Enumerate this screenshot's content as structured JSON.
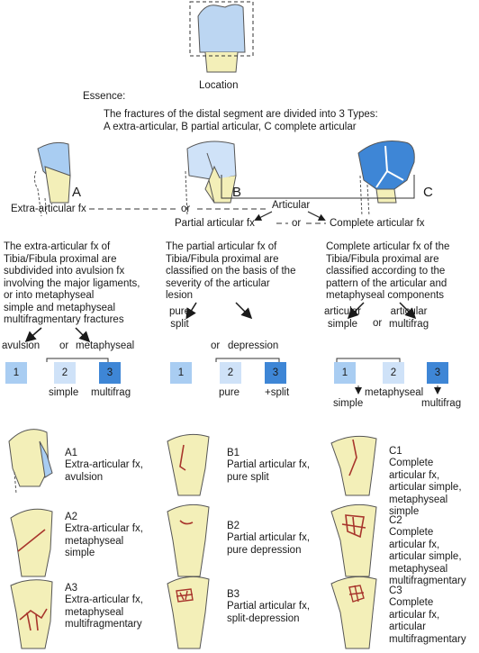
{
  "header": {
    "location": "Location",
    "essence": "Essence:",
    "intro_line1": "The fractures of the distal segment are divided into 3 Types:",
    "intro_line2": "A extra-articular, B partial articular, C complete articular"
  },
  "types": {
    "a": "A",
    "b": "B",
    "c": "C"
  },
  "flow": {
    "extra": "Extra-articular fx",
    "or1": "or",
    "articular": "Articular",
    "partial": "Partial articular fx",
    "or2": "or",
    "complete": "Complete articular fx"
  },
  "columns": {
    "a": {
      "desc": "The extra-articular fx of\nTibia/Fibula proximal are\nsubdivided into avulsion fx\ninvolving the major ligaments,\nor into metaphyseal\nsimple and metaphyseal\nmultifragmentary fractures",
      "opt1": "avulsion",
      "or": "or",
      "opt2": "metaphyseal",
      "box1": "1",
      "box2": "2",
      "box3": "3",
      "sub2": "simple",
      "sub3": "multifrag"
    },
    "b": {
      "desc": "The partial articular fx of\nTibia/Fibula proximal are\nclassified on the basis of the\nseverity of the articular\nlesion",
      "opt1": "pure\nsplit",
      "or": "or",
      "opt2": "depression",
      "box1": "1",
      "box2": "2",
      "box3": "3",
      "sub2": "pure",
      "sub3": "+split"
    },
    "c": {
      "desc": "Complete articular fx of the\nTibia/Fibula proximal are\nclassified according to the\npattern of the articular and\nmetaphyseal components",
      "opt1": "articular\nsimple",
      "or": "or",
      "opt2": "articular\nmultifrag",
      "box1": "1",
      "box2": "2",
      "box3": "3",
      "meta": "metaphyseal",
      "sub1": "simple",
      "sub3": "multifrag"
    }
  },
  "groups": {
    "a1": {
      "code": "A1",
      "text": "Extra-articular fx,\navulsion"
    },
    "a2": {
      "code": "A2",
      "text": "Extra-articular fx,\nmetaphyseal\nsimple"
    },
    "a3": {
      "code": "A3",
      "text": "Extra-articular fx,\nmetaphyseal\nmultifragmentary"
    },
    "b1": {
      "code": "B1",
      "text": "Partial articular fx,\npure split"
    },
    "b2": {
      "code": "B2",
      "text": "Partial articular fx,\npure depression"
    },
    "b3": {
      "code": "B3",
      "text": "Partial articular fx,\nsplit-depression"
    },
    "c1": {
      "code": "C1",
      "text": "Complete\narticular fx,\narticular simple,\nmetaphyseal simple"
    },
    "c2": {
      "code": "C2",
      "text": "Complete\narticular fx,\narticular simple,\nmetaphyseal\nmultifragmentary"
    },
    "c3": {
      "code": "C3",
      "text": "Complete\narticular fx,\narticular\nmultifragmentary"
    }
  },
  "colors": {
    "bone": "#f3efb8",
    "outline": "#555555",
    "light_blue": "#a9cdf2",
    "pale_blue": "#cfe2f8",
    "dark_blue": "#3e86d6",
    "fracture_red": "#a8352c"
  }
}
